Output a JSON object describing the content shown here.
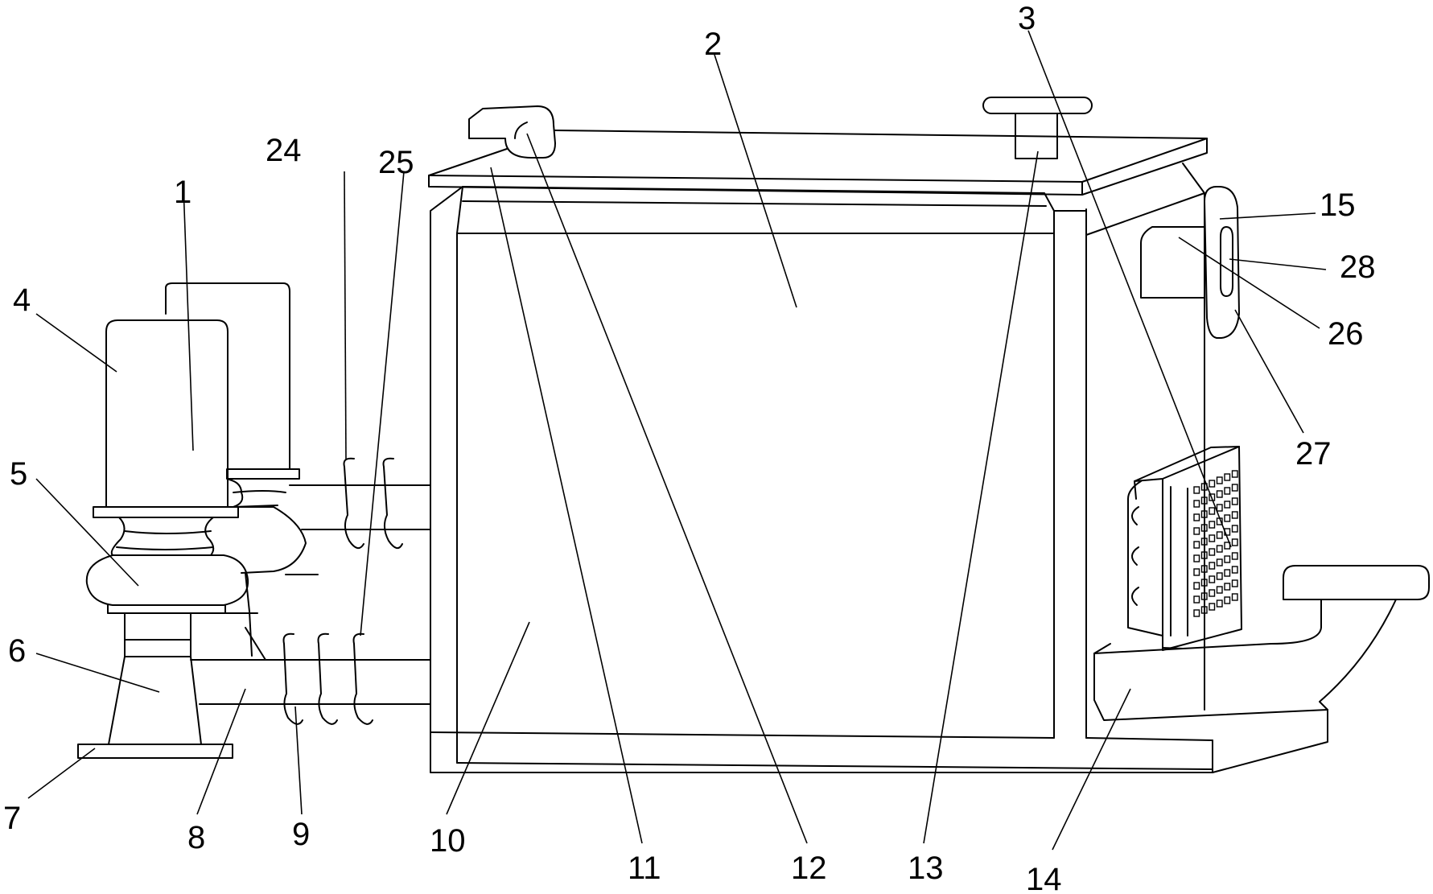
{
  "labels": {
    "l1": "1",
    "l2": "2",
    "l3": "3",
    "l4": "4",
    "l5": "5",
    "l6": "6",
    "l7": "7",
    "l8": "8",
    "l9": "9",
    "l10": "10",
    "l11": "11",
    "l12": "12",
    "l13": "13",
    "l14": "14",
    "l15": "15",
    "l24": "24",
    "l25": "25",
    "l26": "26",
    "l27": "27",
    "l28": "28"
  }
}
